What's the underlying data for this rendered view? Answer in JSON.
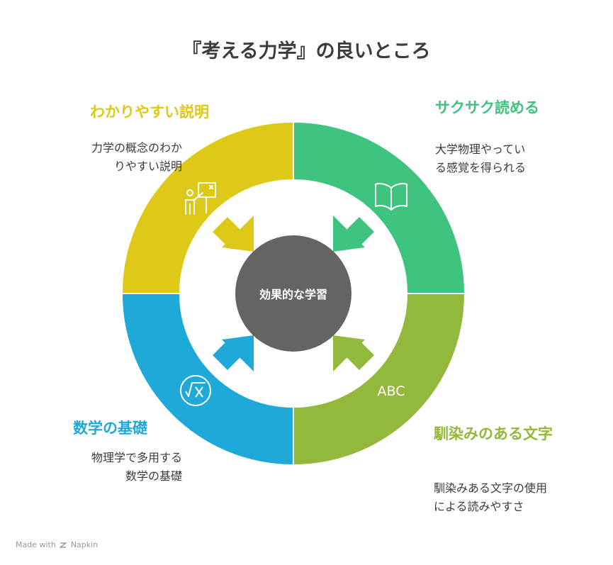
{
  "title": "『考える力学』の良いところ",
  "center": {
    "label": "効果的な学習"
  },
  "colors": {
    "yellow": "#dfc918",
    "green": "#3fc480",
    "blue": "#1fa9d9",
    "lime": "#92b93b",
    "center": "#646464"
  },
  "segments": [
    {
      "id": "top-left",
      "heading": "わかりやすい説明",
      "description": [
        "力学の概念のわか",
        "りやすい説明"
      ],
      "icon": "teacher-whiteboard-icon"
    },
    {
      "id": "top-right",
      "heading": "サクサク読める",
      "description": [
        "大学物理やってい",
        "る感覚を得られる"
      ],
      "icon": "open-book-icon"
    },
    {
      "id": "bottom-left",
      "heading": "数学の基礎",
      "description": [
        "物理学で多用する",
        "数学の基礎"
      ],
      "icon": "square-root-icon"
    },
    {
      "id": "bottom-right",
      "heading": "馴染みのある文字",
      "description": [
        "馴染みある文字の使用",
        "による読みやすさ"
      ],
      "icon": "abc-text-icon",
      "icon_text": "ABC"
    }
  ],
  "footer": {
    "made_with": "Made with",
    "brand": "Napkin"
  }
}
